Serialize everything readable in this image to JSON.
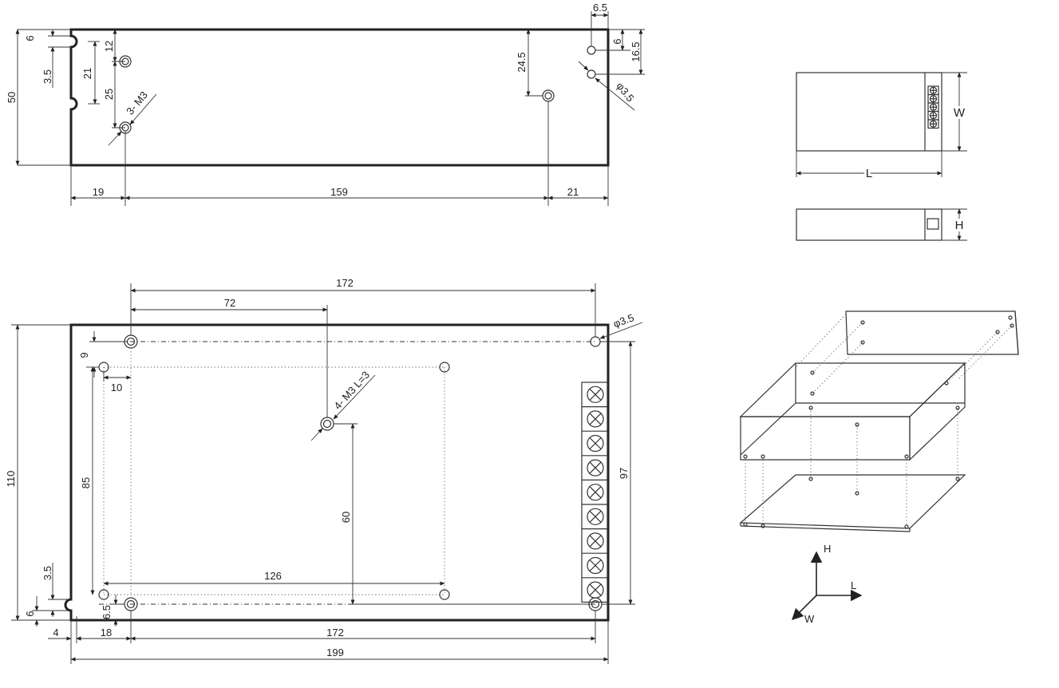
{
  "top_view": {
    "dims": {
      "d6_left": "6",
      "d3_5_left": "3.5",
      "d50": "50",
      "d21": "21",
      "d12": "12",
      "d25": "25",
      "m3_3": "3- M3",
      "d24_5": "24.5",
      "d6_5": "6.5",
      "d6_right": "6",
      "d16_5": "16.5",
      "phi3_5": "φ3.5",
      "d19": "19",
      "d159": "159",
      "d21_bottom": "21"
    }
  },
  "bottom_view": {
    "dims": {
      "d172_top": "172",
      "d72": "72",
      "phi3_5": "φ3.5",
      "d9": "9",
      "d10": "10",
      "m3_4": "4- M3 L=3",
      "d110": "110",
      "d85": "85",
      "d60": "60",
      "d97": "97",
      "d126": "126",
      "d3_5": "3.5",
      "d6": "6",
      "d6_5": "6.5",
      "d4": "4",
      "d18": "18",
      "d172_bottom": "172",
      "d199": "199"
    },
    "terminal_count": 9
  },
  "legend_views": {
    "w_label": "W",
    "l_label": "L",
    "h_label": "H"
  },
  "axes": {
    "h": "H",
    "l": "L",
    "w": "W"
  }
}
